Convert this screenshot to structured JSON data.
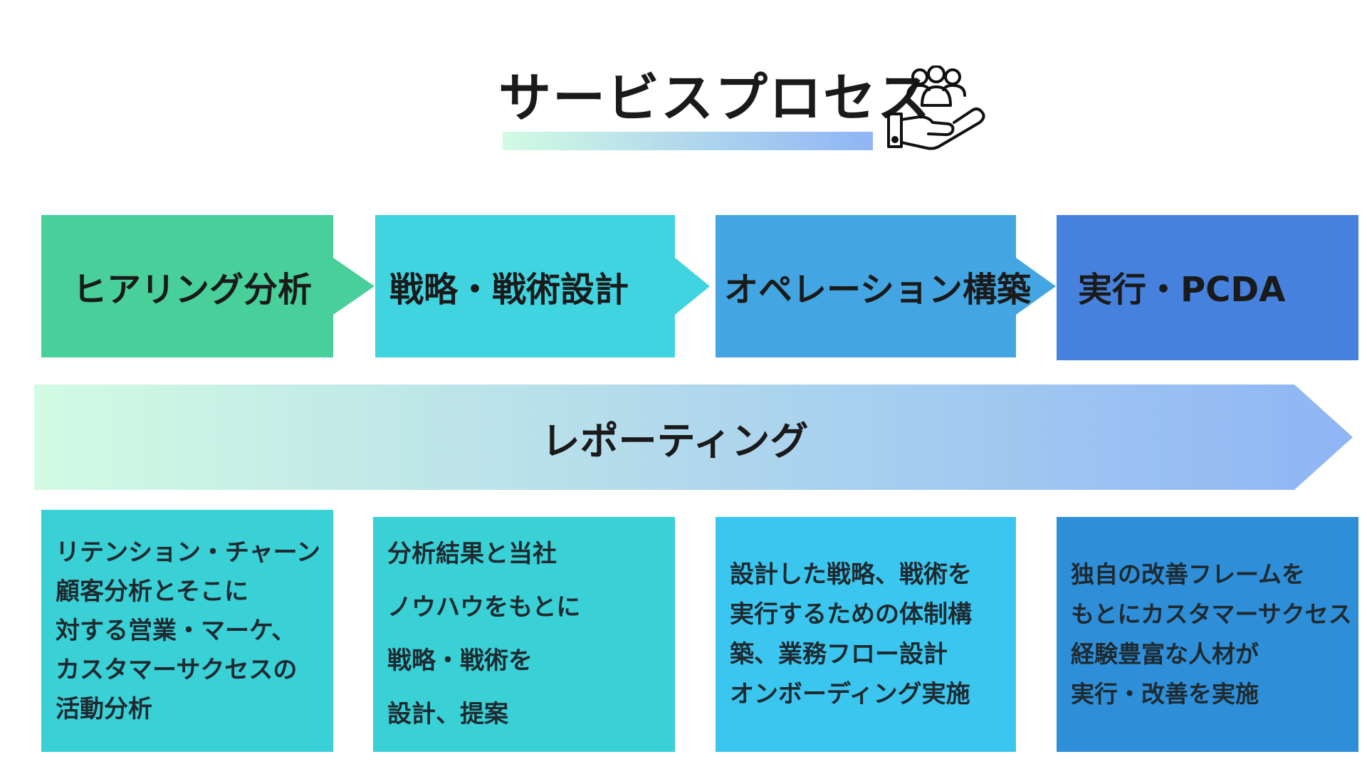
{
  "header": {
    "title": "サービスプロセス",
    "icon": "hand-holding-people-icon"
  },
  "steps": [
    {
      "label": "ヒアリング分析",
      "color": "#48cf9a"
    },
    {
      "label": "戦略・戦術設計",
      "color": "#40d4e0"
    },
    {
      "label": "オペレーション構築",
      "color": "#43a6e2"
    },
    {
      "label": "実行・PCDA",
      "color": "#4581dd"
    }
  ],
  "reporting": {
    "label": "レポーティング",
    "gradient_start": "#d2fbe3",
    "gradient_end": "#8fb5f5"
  },
  "details": [
    {
      "color": "#39d0d6",
      "lines": [
        "リテンション・チャーン",
        "顧客分析とそこに",
        "対する営業・マーケ、",
        "カスタマーサクセスの",
        "活動分析"
      ]
    },
    {
      "color": "#39d0d6",
      "lines": [
        "分析結果と当社",
        "ノウハウをもとに",
        "戦略・戦術を",
        "設計、提案"
      ]
    },
    {
      "color": "#3bc6ef",
      "lines": [
        "設計した戦略、戦術を",
        "実行するための体制構",
        "築、業務フロー設計",
        "オンボーディング実施"
      ]
    },
    {
      "color": "#2e8ed8",
      "lines": [
        "独自の改善フレームを",
        "もとにカスタマーサクセス",
        "経験豊富な人材が",
        "実行・改善を実施"
      ]
    }
  ]
}
